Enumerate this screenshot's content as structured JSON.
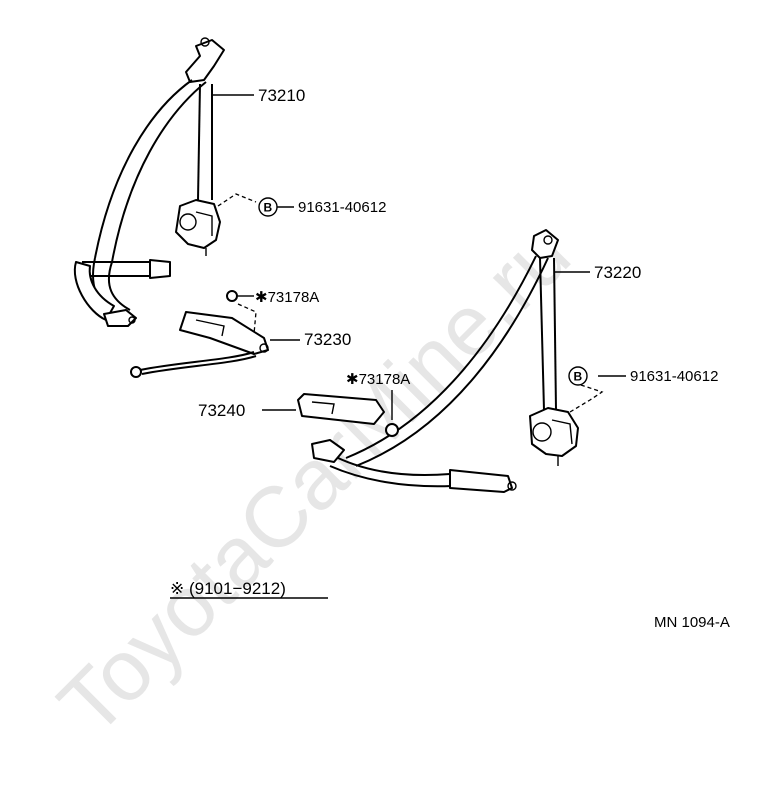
{
  "watermark": "ToyotaCarMine.ru",
  "labels": {
    "p73210": "73210",
    "p73220": "73220",
    "p73230": "73230",
    "p73240": "73240",
    "bolt_left": "91631-40612",
    "bolt_right": "91631-40612",
    "bolt_mark": "B",
    "cover_left": "✱73178A",
    "cover_right": "✱73178A",
    "period": "※ (9101−9212)",
    "diagram_code": "MN 1094-A"
  }
}
